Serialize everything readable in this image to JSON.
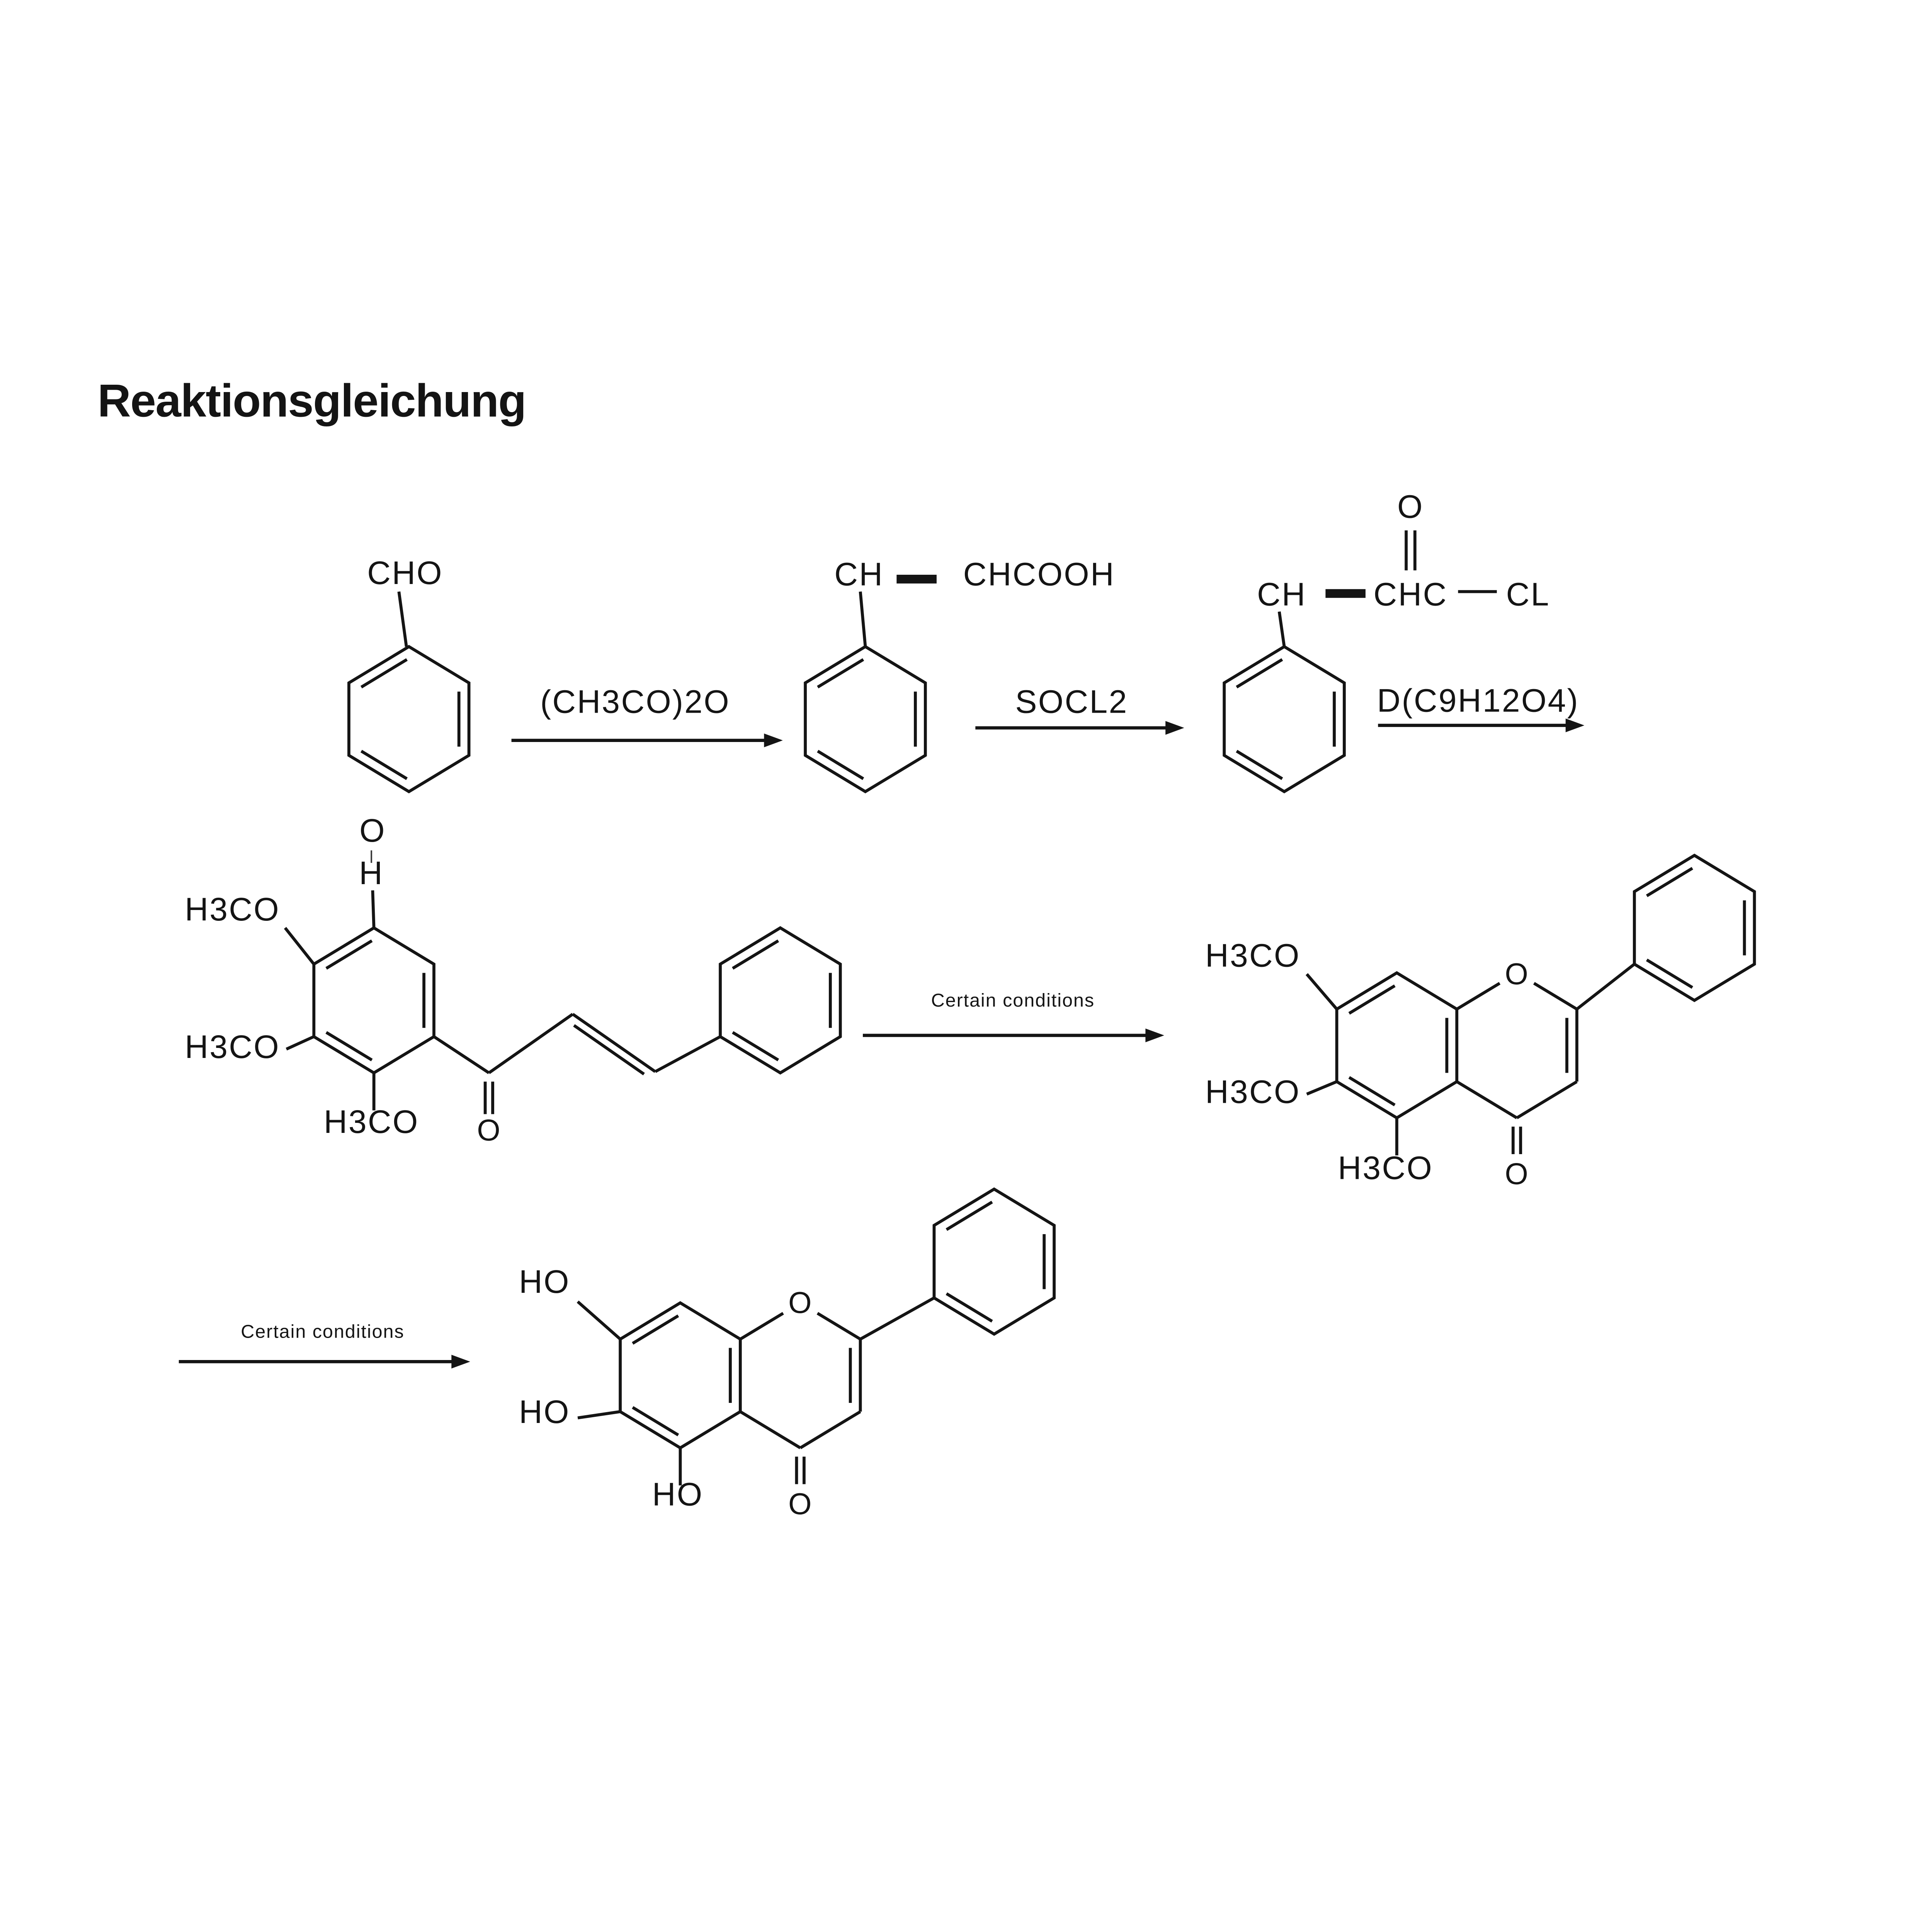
{
  "colors": {
    "ink": "#141414",
    "background": "#ffffff"
  },
  "title": "Reaktionsgleichung",
  "s1": {
    "cho": "CHO"
  },
  "a1": {
    "label": "(CH3CO)2O"
  },
  "s2": {
    "ch": "CH",
    "chcooh": "CHCOOH"
  },
  "a2": {
    "label": "SOCL2"
  },
  "s3": {
    "ch": "CH",
    "chc": "CHC",
    "cl": "CL",
    "o": "O"
  },
  "a3": {
    "label": "D(C9H12O4)"
  },
  "s4": {
    "o_top": "O",
    "h_top": "H",
    "h3co_topleft": "H3CO",
    "h3co_left": "H3CO",
    "h3co_bottom": "H3CO",
    "carbonyl_o": "O"
  },
  "a4": {
    "label": "Certain conditions"
  },
  "s5": {
    "h3co_topleft": "H3CO",
    "h3co_left": "H3CO",
    "h3co_bottom": "H3CO",
    "ring_o": "O",
    "carbonyl_o": "O"
  },
  "a5": {
    "label": "Certain conditions"
  },
  "s6": {
    "ho_topleft": "HO",
    "ho_left": "HO",
    "ho_bottom": "HO",
    "ring_o": "O",
    "carbonyl_o": "O"
  }
}
